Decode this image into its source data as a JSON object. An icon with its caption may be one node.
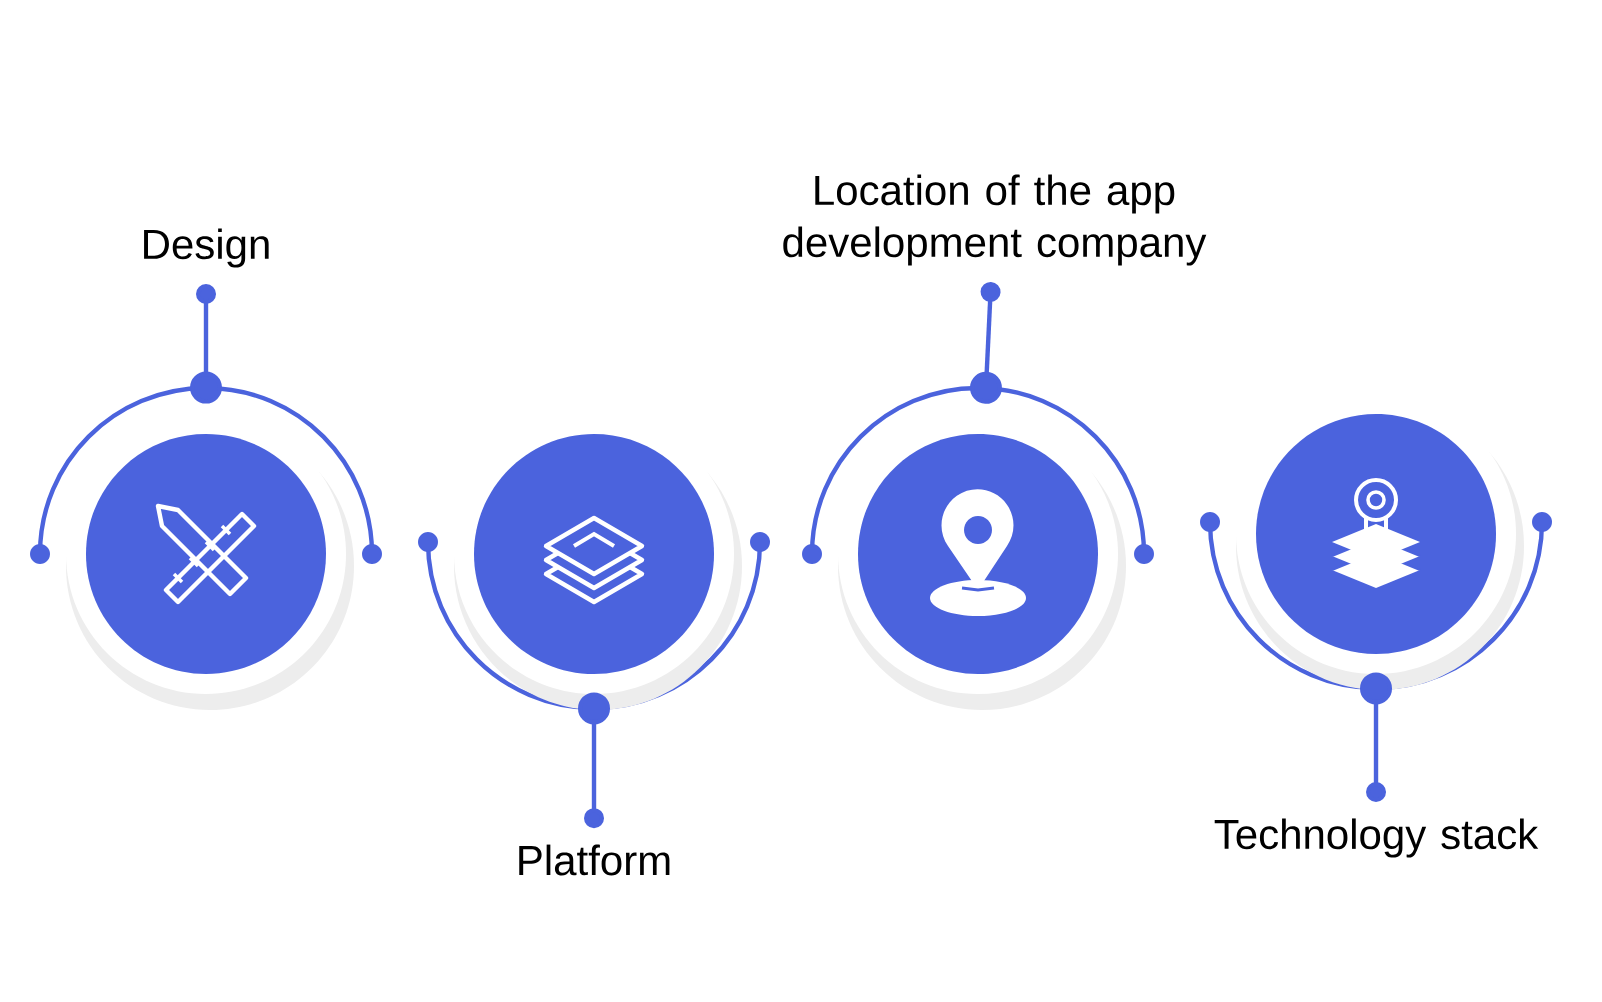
{
  "diagram": {
    "nodes": [
      {
        "text": [
          "Design"
        ]
      },
      {
        "text": [
          "Platform"
        ]
      },
      {
        "text": [
          "Location of the app development company"
        ]
      },
      {
        "text": [
          "Technology stack"
        ]
      },
      {
        "text": [],
        "shape": "circle"
      },
      {
        "text": [],
        "shape": "circle"
      },
      {
        "text": [],
        "shape": "circle"
      },
      {
        "text": [],
        "shape": "circle"
      }
    ],
    "edges": [
      {
        "from": 0,
        "to": 4,
        "arrow": "other"
      },
      {
        "from": 1,
        "to": 5,
        "arrow": "other"
      },
      {
        "from": 2,
        "to": 6,
        "arrow": "other"
      },
      {
        "from": 3,
        "to": 7,
        "arrow": "other"
      }
    ]
  }
}
